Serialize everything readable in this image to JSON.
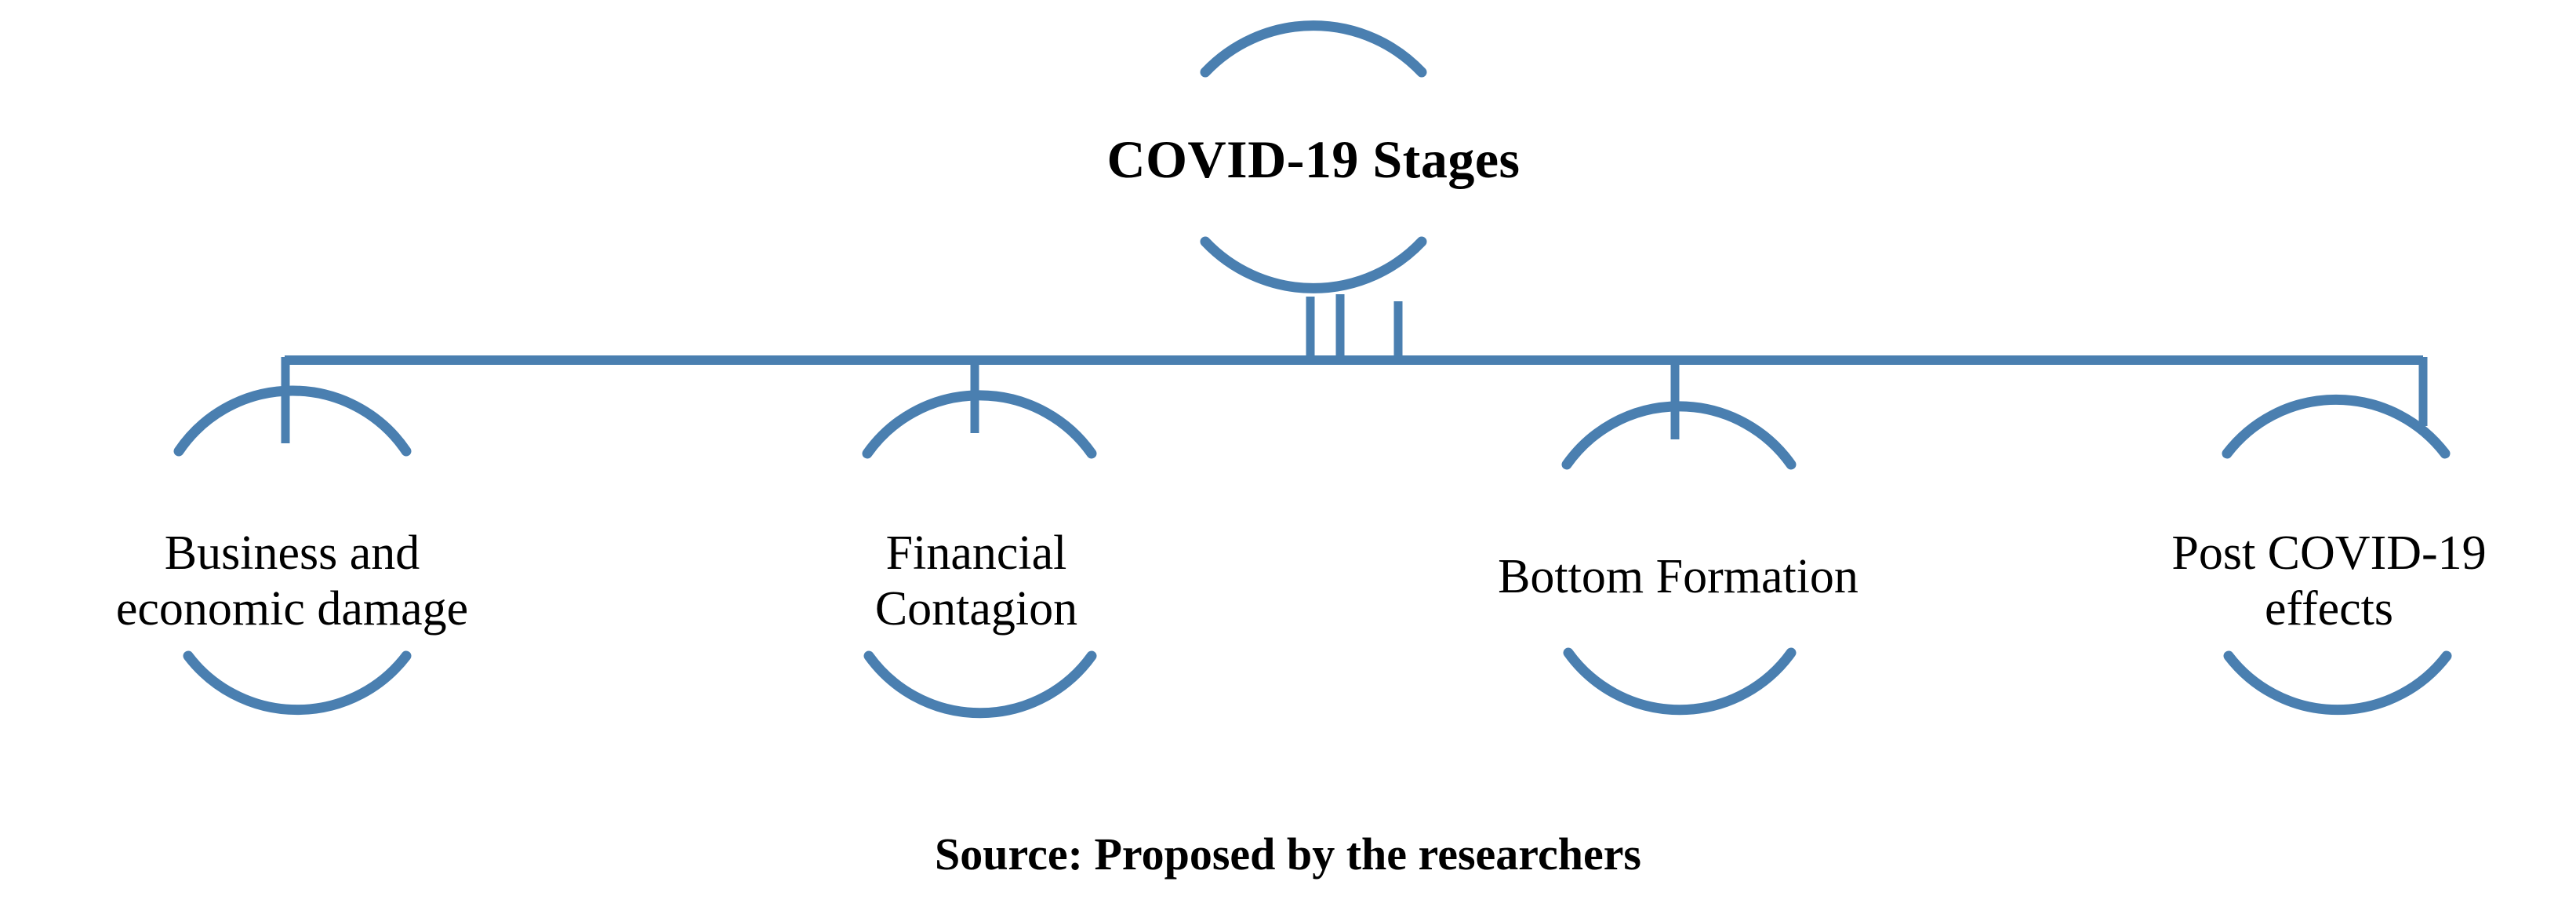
{
  "diagram": {
    "type": "hierarchy-tree",
    "orientation": "top-down",
    "accent_color": "#4A7FB0",
    "text_color": "#000000",
    "background_color": "#FFFFFF",
    "root": {
      "label": "COVID-19 Stages",
      "shape": "split-circle-arcs"
    },
    "children": [
      {
        "label": "Business and\neconomic damage",
        "shape": "split-circle-arcs"
      },
      {
        "label": "Financial\nContagion",
        "shape": "split-circle-arcs"
      },
      {
        "label": "Bottom Formation",
        "shape": "split-circle-arcs"
      },
      {
        "label": "Post COVID-19\neffects",
        "shape": "split-circle-arcs"
      }
    ],
    "caption": "Source: Proposed by the researchers"
  }
}
